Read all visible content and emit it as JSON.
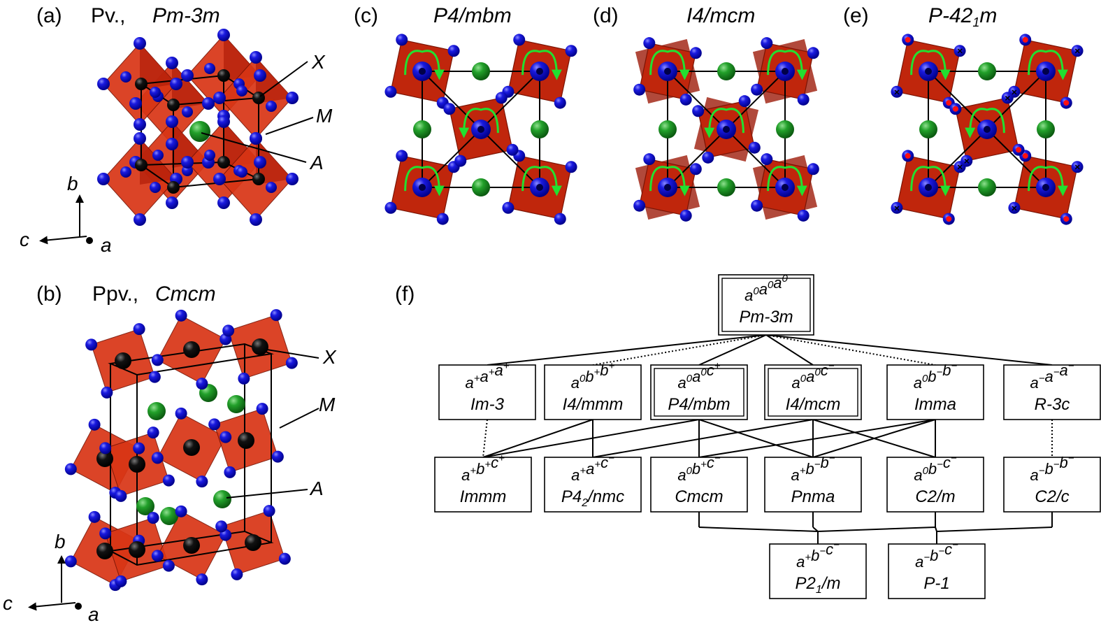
{
  "colors": {
    "octahedron": "#c0260c",
    "X_atom": "#1010d8",
    "M_atom": "#0a0a0a",
    "A_atom": "#1f9a26",
    "rotation_arrow": "#22e030",
    "marker": "#ff0000"
  },
  "panels": {
    "a": {
      "label": "(a)",
      "title_prefix": "Pv.,",
      "space_group": "Pm-3m",
      "labels": {
        "X": "X",
        "M": "M",
        "A": "A"
      },
      "axes": {
        "b": "b",
        "c": "c",
        "a": "a"
      }
    },
    "b": {
      "label": "(b)",
      "title_prefix": "Ppv.,",
      "space_group": "Cmcm",
      "labels": {
        "X": "X",
        "M": "M",
        "A": "A"
      },
      "axes": {
        "b": "b",
        "c": "c",
        "a": "a"
      }
    },
    "c": {
      "label": "(c)",
      "space_group": "P4/mbm"
    },
    "d": {
      "label": "(d)",
      "space_group": "I4/mcm"
    },
    "e": {
      "label": "(e)",
      "space_group_main": "P-42",
      "space_group_sub": "1",
      "space_group_end": "m"
    },
    "f": {
      "label": "(f)"
    }
  },
  "tilt_tree": {
    "root": {
      "tilt": [
        "a",
        "0",
        "a",
        "0",
        "a",
        "0"
      ],
      "sg": "Pm-3m"
    },
    "level1": [
      {
        "tilt": [
          "a",
          "+",
          "a",
          "+",
          "a",
          "+"
        ],
        "sg": "Im-3"
      },
      {
        "tilt": [
          "a",
          "0",
          "b",
          "+",
          "b",
          "+"
        ],
        "sg": "I4/mmm"
      },
      {
        "tilt": [
          "a",
          "0",
          "a",
          "0",
          "c",
          "+"
        ],
        "sg": "P4/mbm"
      },
      {
        "tilt": [
          "a",
          "0",
          "a",
          "0",
          "c",
          "−"
        ],
        "sg": "I4/mcm"
      },
      {
        "tilt": [
          "a",
          "0",
          "b",
          "−",
          "b",
          "−"
        ],
        "sg": "Imma"
      },
      {
        "tilt": [
          "a",
          "−",
          "a",
          "−",
          "a",
          "−"
        ],
        "sg": "R-3c"
      }
    ],
    "level2": [
      {
        "tilt": [
          "a",
          "+",
          "b",
          "+",
          "c",
          "+"
        ],
        "sg": "Immm"
      },
      {
        "tilt": [
          "a",
          "+",
          "a",
          "+",
          "c",
          "−"
        ],
        "sg_pre": "P4",
        "sg_sub": "2",
        "sg_post": "/nmc"
      },
      {
        "tilt": [
          "a",
          "0",
          "b",
          "+",
          "c",
          "−"
        ],
        "sg": "Cmcm"
      },
      {
        "tilt": [
          "a",
          "+",
          "b",
          "−",
          "b",
          "−"
        ],
        "sg": "Pnma"
      },
      {
        "tilt": [
          "a",
          "0",
          "b",
          "−",
          "c",
          "−"
        ],
        "sg": "C2/m"
      },
      {
        "tilt": [
          "a",
          "−",
          "b",
          "−",
          "b",
          "−"
        ],
        "sg": "C2/c"
      }
    ],
    "level3": [
      {
        "tilt": [
          "a",
          "+",
          "b",
          "−",
          "c",
          "−"
        ],
        "sg_pre": "P2",
        "sg_sub": "1",
        "sg_post": "/m"
      },
      {
        "tilt": [
          "a",
          "−",
          "b",
          "−",
          "c",
          "−"
        ],
        "sg": "P-1"
      }
    ]
  }
}
